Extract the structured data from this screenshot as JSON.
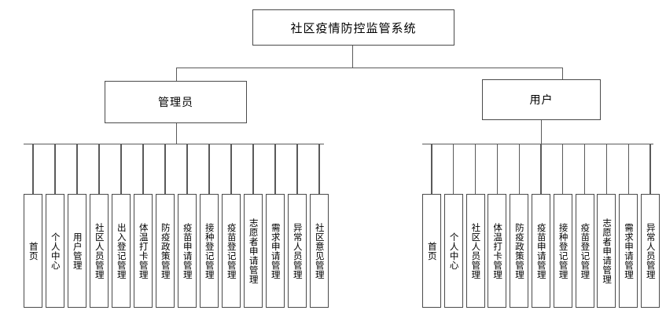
{
  "diagram": {
    "title": "社区疫情防控监管系统",
    "type": "organization-chart",
    "orientation": "top-down",
    "line_color": "#5a5a5a",
    "border_color": "#4a4a4a",
    "background": "#ffffff"
  },
  "root": {
    "label": "社区疫情防控监管系统"
  },
  "branches": [
    {
      "id": "admin",
      "label": "管理员",
      "leaves": [
        {
          "label": "首页"
        },
        {
          "label": "个人中心"
        },
        {
          "label": "用户管理"
        },
        {
          "label": "社区人员管理"
        },
        {
          "label": "出入登记管理"
        },
        {
          "label": "体温打卡管理"
        },
        {
          "label": "防疫政策管理"
        },
        {
          "label": "疫苗申请管理"
        },
        {
          "label": "接种登记管理"
        },
        {
          "label": "疫苗登记管理"
        },
        {
          "label": "志愿者申请管理"
        },
        {
          "label": "需求申请管理"
        },
        {
          "label": "异常人员管理"
        },
        {
          "label": "社区意见管理"
        }
      ]
    },
    {
      "id": "user",
      "label": "用户",
      "leaves": [
        {
          "label": "首页"
        },
        {
          "label": "个人中心"
        },
        {
          "label": "社区人员管理"
        },
        {
          "label": "体温打卡管理"
        },
        {
          "label": "防疫政策管理"
        },
        {
          "label": "疫苗申请管理"
        },
        {
          "label": "接种登记管理"
        },
        {
          "label": "疫苗登记管理"
        },
        {
          "label": "志愿者申请管理"
        },
        {
          "label": "需求申请管理"
        },
        {
          "label": "异常人员管理"
        }
      ]
    }
  ]
}
